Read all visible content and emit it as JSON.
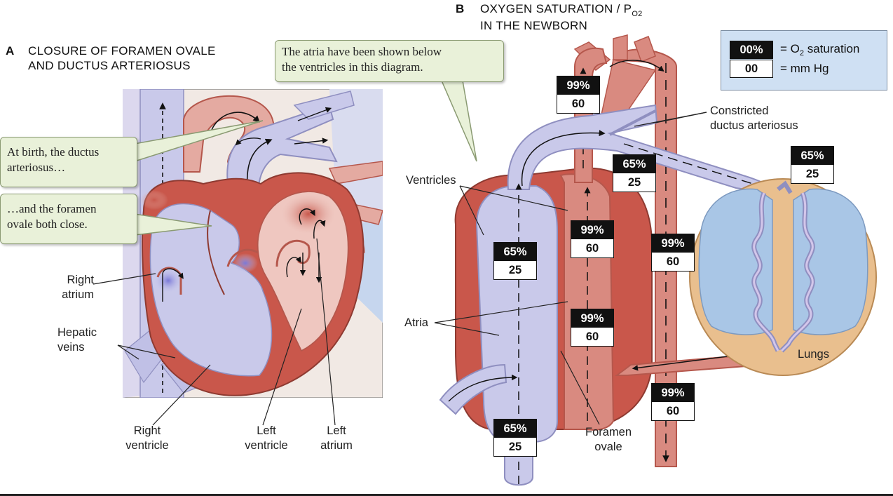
{
  "panel_a": {
    "letter": "A",
    "title_line1": "CLOSURE OF FORAMEN OVALE",
    "title_line2": "AND DUCTUS ARTERIOSUS"
  },
  "panel_b": {
    "letter": "B",
    "title_line1": "OXYGEN SATURATION / P",
    "title_sub": "O2",
    "title_line2": "IN THE NEWBORN"
  },
  "callouts": {
    "atria_note_line1": "The atria have been shown below",
    "atria_note_line2": "the ventricles in this diagram.",
    "ductus_line1": "At birth, the ductus",
    "ductus_line2": "arteriosus…",
    "foramen_line1": "…and the foramen",
    "foramen_line2": "ovale both close."
  },
  "labels_a": {
    "right_atrium_1": "Right",
    "right_atrium_2": "atrium",
    "hepatic_1": "Hepatic",
    "hepatic_2": "veins",
    "right_ventricle_1": "Right",
    "right_ventricle_2": "ventricle",
    "left_ventricle_1": "Left",
    "left_ventricle_2": "ventricle",
    "left_atrium_1": "Left",
    "left_atrium_2": "atrium"
  },
  "labels_b": {
    "ventricles": "Ventricles",
    "atria": "Atria",
    "foramen_1": "Foramen",
    "foramen_2": "ovale",
    "constricted_1": "Constricted",
    "constricted_2": "ductus arteriosus",
    "lungs": "Lungs"
  },
  "legend": {
    "sat_box": "00%",
    "mm_box": "00",
    "sat_text_pre": "= O",
    "sat_text_sub": "2",
    "sat_text_post": " saturation",
    "mm_text": "= mm Hg"
  },
  "badges": [
    {
      "id": "aortic-arch",
      "sat": "99%",
      "mm": "60"
    },
    {
      "id": "pulmonary-artery",
      "sat": "65%",
      "mm": "25"
    },
    {
      "id": "lung-inflow",
      "sat": "65%",
      "mm": "25"
    },
    {
      "id": "right-ventricle",
      "sat": "65%",
      "mm": "25"
    },
    {
      "id": "left-ventricle",
      "sat": "99%",
      "mm": "60"
    },
    {
      "id": "descending-aorta-upper",
      "sat": "99%",
      "mm": "60"
    },
    {
      "id": "left-atrium",
      "sat": "99%",
      "mm": "60"
    },
    {
      "id": "descending-aorta-lower",
      "sat": "99%",
      "mm": "60"
    },
    {
      "id": "vena-cava",
      "sat": "65%",
      "mm": "25"
    }
  ],
  "colors": {
    "venous_blue": "#c9c9ea",
    "venous_outline": "#8f8fc0",
    "arterial_red": "#d98a80",
    "arterial_dark": "#b5574c",
    "lung_tan": "#e9bf8e",
    "lung_blue": "#a9c6e6",
    "callout_bg": "#e9f1d9",
    "legend_bg": "#cfe0f3"
  }
}
